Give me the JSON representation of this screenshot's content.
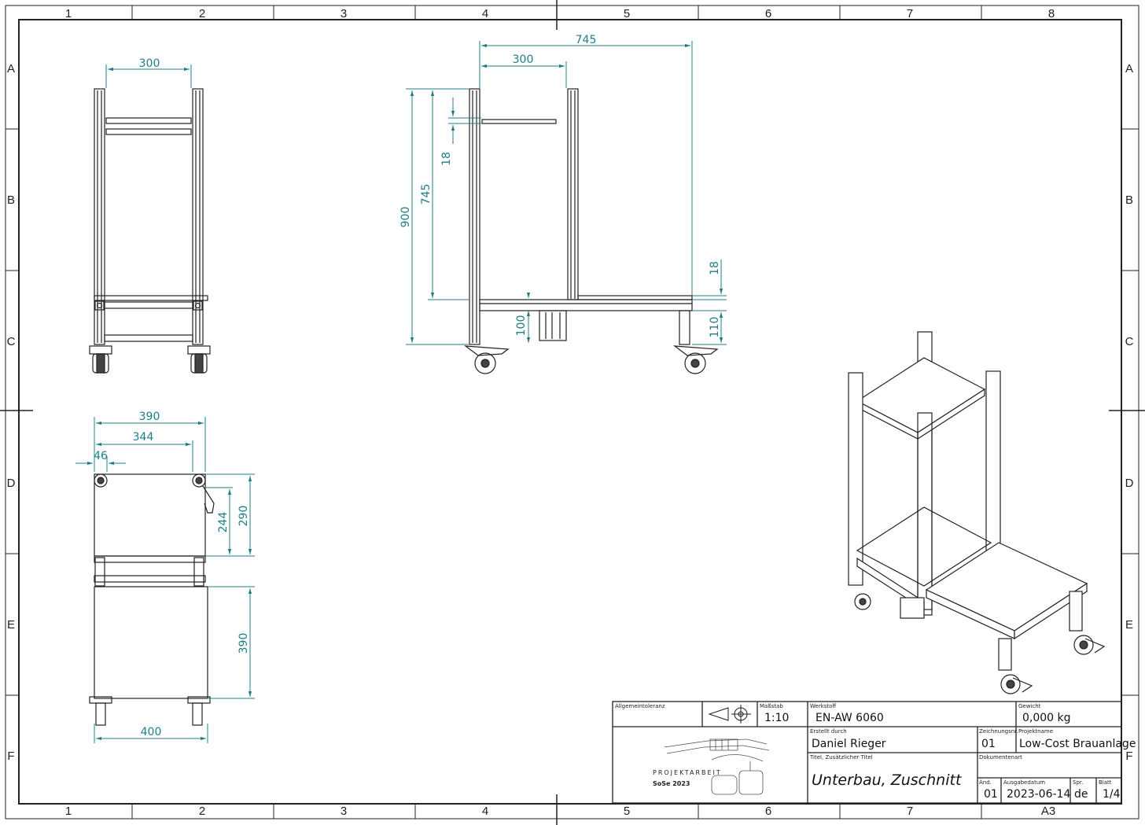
{
  "border": {
    "columns": [
      "1",
      "2",
      "3",
      "4",
      "5",
      "6",
      "7",
      "8"
    ],
    "rows": [
      "A",
      "B",
      "C",
      "D",
      "E",
      "F"
    ]
  },
  "dimensions": {
    "front_width": "300",
    "side_total": "745",
    "side_top": "300",
    "side_height": "900",
    "side_upper": "745",
    "side_t1": "18",
    "side_t2": "18",
    "side_leg": "110",
    "side_bot": "100",
    "plan_width": "390",
    "plan_inner": "344",
    "plan_offset": "46",
    "plan_depth1": "290",
    "plan_depth1_inner": "244",
    "plan_depth2": "390",
    "plan_base": "400"
  },
  "title_block": {
    "general_tolerance_label": "Allgemeintoleranz",
    "scale_label": "Maßstab",
    "scale": "1:10",
    "material_label": "Werkstoff",
    "material": "EN-AW 6060",
    "weight_label": "Gewicht",
    "weight": "0,000 kg",
    "created_by_label": "Erstellt durch",
    "created_by": "Daniel Rieger",
    "drawing_no_label": "Zeichnungsnr.",
    "drawing_no": "01",
    "project_label": "Projektname",
    "project": "Low-Cost Brauanlage",
    "title_label": "Titel, Zusätzlicher Titel",
    "title": "Unterbau, Zuschnitt",
    "doc_type_label": "Dokumentenart",
    "revision_label": "Änd.",
    "revision": "01",
    "issue_date_label": "Ausgabedatum",
    "issue_date": "2023-06-14",
    "language_label": "Spr.",
    "language": "de",
    "sheet_label": "Blatt",
    "sheet": "1/4",
    "format": "A3",
    "logo_line1": "PROJEKTARBEIT",
    "logo_line2": "SoSe 2023"
  }
}
